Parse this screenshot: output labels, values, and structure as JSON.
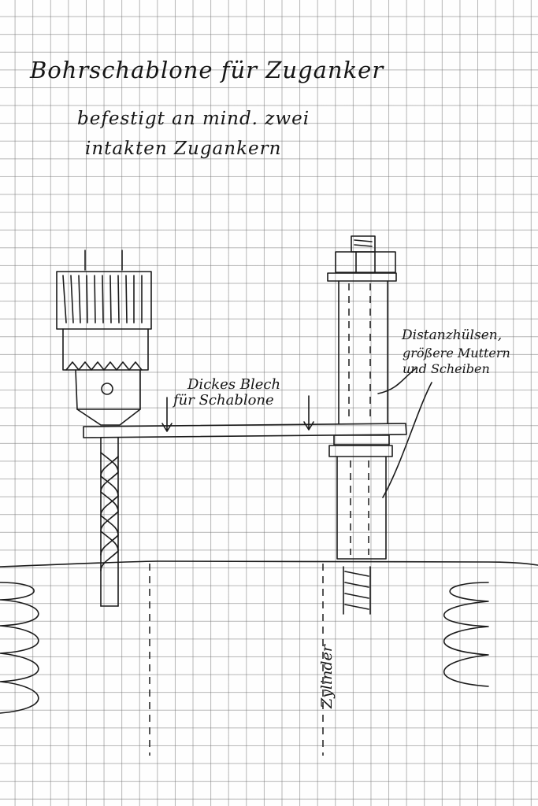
{
  "sketch": {
    "title": "Bohrschablone für Zuganker",
    "subtitle_line1": "befestigt an mind. zwei",
    "subtitle_line2": "intakten Zugankern",
    "label_plate_line1": "Dickes Blech",
    "label_plate_line2": "für Schablone",
    "label_spacer_line1": "Distanzhülsen,",
    "label_spacer_line2": "größere Muttern",
    "label_spacer_line3": "und Scheiben",
    "label_cylinder": "Zylinder"
  },
  "colors": {
    "ink": "#1a1a1a",
    "paper": "#fefefe",
    "grid": "#8a8a8a"
  }
}
